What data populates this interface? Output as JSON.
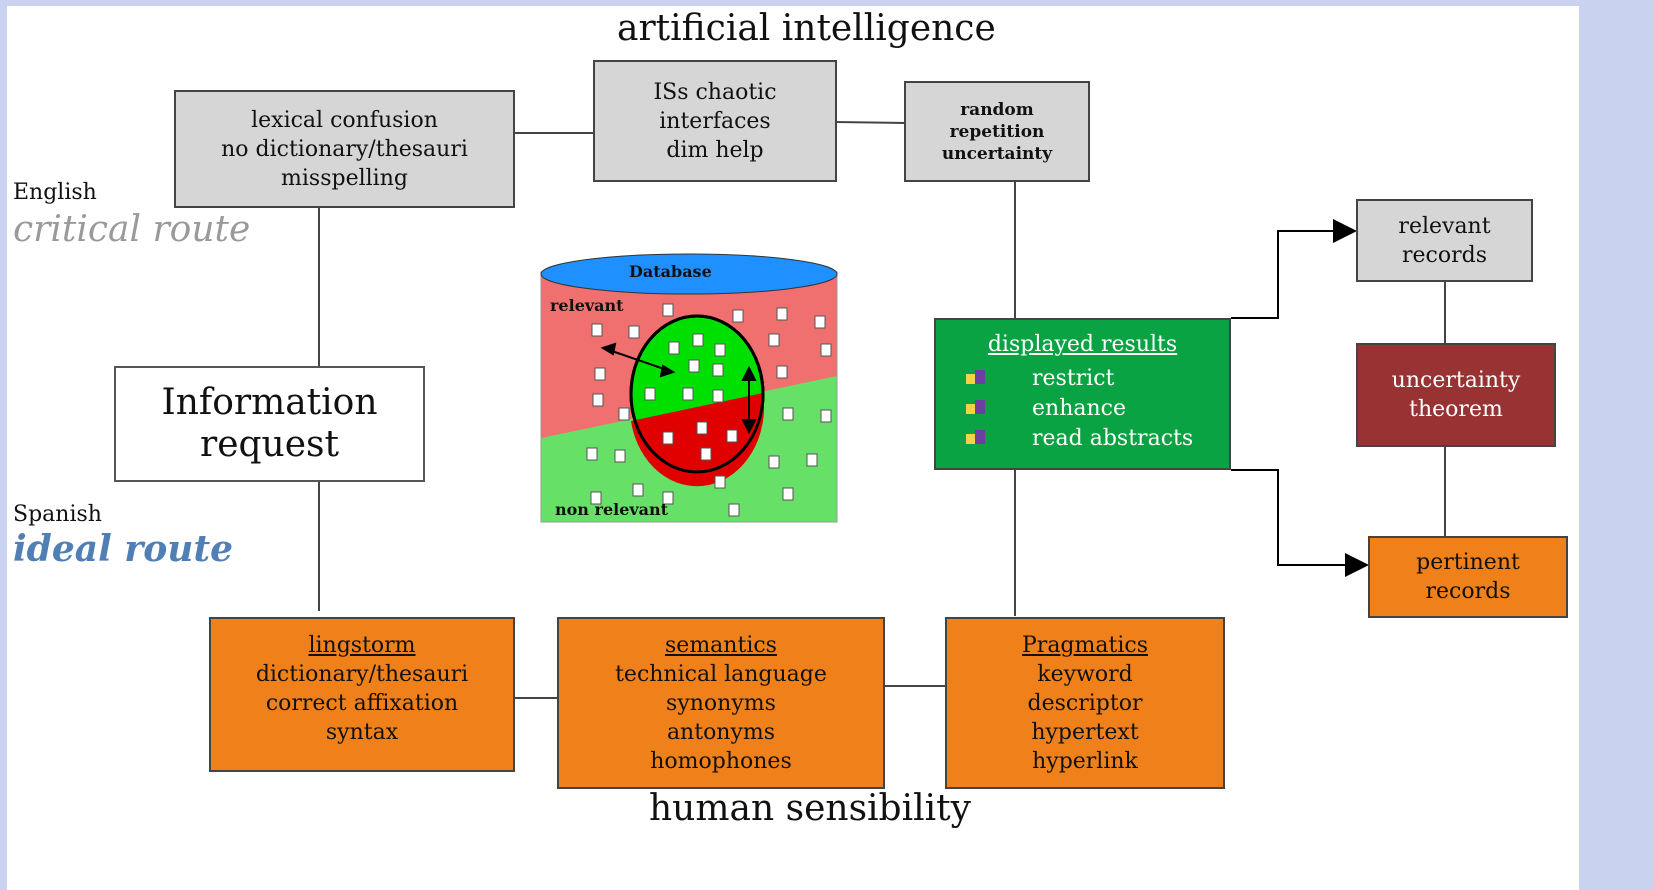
{
  "top_label": "artificial intelligence",
  "bottom_label": "human sensibility",
  "left_labels": {
    "english": "English",
    "critical_route": "critical route",
    "spanish": "Spanish",
    "ideal_route": "ideal route"
  },
  "boxes": {
    "lexical": [
      "lexical confusion",
      "no dictionary/thesauri",
      "misspelling"
    ],
    "iss": [
      "ISs chaotic",
      "interfaces",
      "dim help"
    ],
    "random": [
      "random",
      "repetition",
      "uncertainty"
    ],
    "info_request": [
      "Information",
      "request"
    ],
    "relevant_records": [
      "relevant",
      "records"
    ],
    "uncertainty_theorem": [
      "uncertainty",
      "theorem"
    ],
    "pertinent_records": [
      "pertinent",
      "records"
    ],
    "displayed_results": {
      "title": "displayed results",
      "items": [
        "restrict",
        "enhance",
        "read abstracts"
      ]
    },
    "lingstorm": {
      "title": "lingstorm",
      "lines": [
        "dictionary/thesauri",
        "correct affixation",
        "syntax"
      ]
    },
    "semantics": {
      "title": "semantics",
      "lines": [
        "technical language",
        "synonyms",
        "antonyms",
        "homophones"
      ]
    },
    "pragmatics": {
      "title": "Pragmatics",
      "lines": [
        "keyword",
        "descriptor",
        "hypertext",
        "hyperlink"
      ]
    }
  },
  "database": {
    "title": "Database",
    "relevant_label": "relevant",
    "non_relevant_label": "non relevant"
  },
  "colors": {
    "gray_box": "#d6d6d6",
    "orange_box": "#f0801a",
    "maroon_box": "#993333",
    "green_box": "#0aa344",
    "critical_route": "#9a9a9a",
    "ideal_route": "#4f7fb5",
    "db_top": "#1e90ff",
    "db_relevant": "#f07070",
    "db_non_relevant": "#66e066"
  }
}
